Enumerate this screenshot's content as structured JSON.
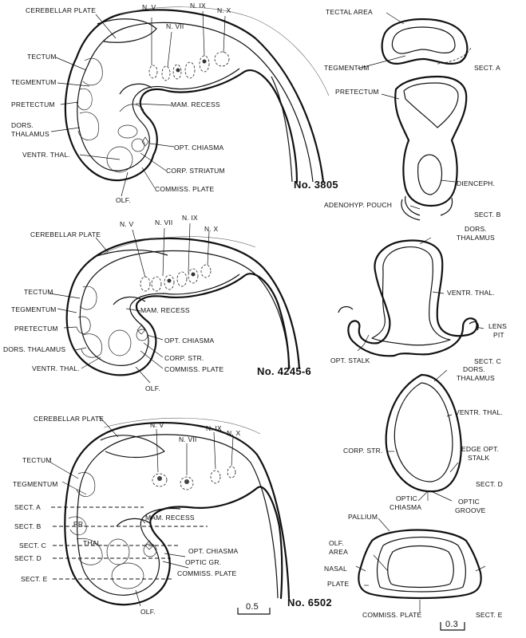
{
  "embryo1": {
    "labels": {
      "cerebellar_plate": "CEREBELLAR PLATE",
      "tectum": "TECTUM",
      "tegmentum": "TEGMENTUM",
      "pretectum": "PRETECTUM",
      "dors_thalamus_1": "DORS.",
      "dors_thalamus_2": "THALAMUS",
      "ventr_thal": "VENTR. THAL.",
      "olf": "OLF.",
      "commiss_plate": "COMMISS. PLATE",
      "corp_striatum": "CORP. STRIATUM",
      "opt_chiasma": "OPT. CHIASMA",
      "mam_recess": "MAM.  RECESS",
      "n_v": "N. V",
      "n_vii": "N. VII",
      "n_ix": "N. IX",
      "n_x": "N. X",
      "number": "No. 3805"
    }
  },
  "embryo2": {
    "labels": {
      "cerebellar_plate": "CEREBELLAR PLATE",
      "tectum": "TECTUM",
      "tegmentum": "TEGMENTUM",
      "pretectum": "PRETECTUM",
      "dors_thalamus": "DORS. THALAMUS",
      "ventr_thal": "VENTR. THAL.",
      "olf": "OLF.",
      "commiss_plate": "COMMISS. PLATE",
      "corp_str": "CORP. STR.",
      "opt_chiasma": "OPT. CHIASMA",
      "mam_recess": "MAM.  RECESS",
      "n_v": "N. V",
      "n_vii": "N. VII",
      "n_ix": "N. IX",
      "n_x": "N. X",
      "number": "No. 4245-6"
    }
  },
  "embryo3": {
    "labels": {
      "cerebellar_plate": "CEREBELLAR PLATE",
      "tectum": "TECTUM",
      "tegmentum": "TEGMENTUM",
      "sect_a": "SECT. A",
      "sect_b": "SECT. B",
      "sect_c": "SECT. C",
      "sect_d": "SECT. D",
      "sect_e": "SECT. E",
      "pr": "PR.",
      "thal": "THAL.",
      "olf": "OLF.",
      "mam_recess": "MAM.  RECESS",
      "opt_chiasma": "OPT. CHIASMA",
      "optic_gr": "OPTIC GR.",
      "commiss_plate": "COMMISS. PLATE",
      "n_v": "N. V",
      "n_vii": "N. VII",
      "n_ix": "N. IX",
      "n_x": "N. X",
      "number": "No. 6502"
    }
  },
  "scale_left": "0.5",
  "scale_right": "0.3",
  "sections": {
    "a": {
      "tectal_area": "TECTAL AREA",
      "tegmentum": "TEGMENTUM",
      "title": "SECT. A"
    },
    "b": {
      "pretectum": "PRETECTUM",
      "dienceph": "DIENCEPH.",
      "adenohyp": "ADENOHYP. POUCH",
      "title": "SECT. B"
    },
    "c": {
      "dors_1": "DORS.",
      "dors_2": "THALAMUS",
      "ventr_thal": "VENTR. THAL.",
      "lens_1": "LENS",
      "lens_2": "PIT",
      "opt_stalk": "OPT. STALK",
      "title": "SECT. C"
    },
    "d": {
      "dors_1": "DORS.",
      "dors_2": "THALAMUS",
      "ventr_thal": "VENTR. THAL.",
      "corp_str": "CORP. STR.",
      "edge_1": "EDGE OPT.",
      "edge_2": "STALK",
      "optic_chiasma_1": "OPTIC",
      "optic_chiasma_2": "CHIASMA",
      "optic_groove_1": "OPTIC",
      "optic_groove_2": "GROOVE",
      "title": "SECT. D"
    },
    "e": {
      "pallium": "PALLIUM",
      "olf_1": "OLF.",
      "olf_2": "AREA",
      "nasal_1": "NASAL",
      "nasal_2": "PLATE",
      "commiss_plate": "COMMISS. PLATE",
      "title": "SECT. E"
    }
  }
}
